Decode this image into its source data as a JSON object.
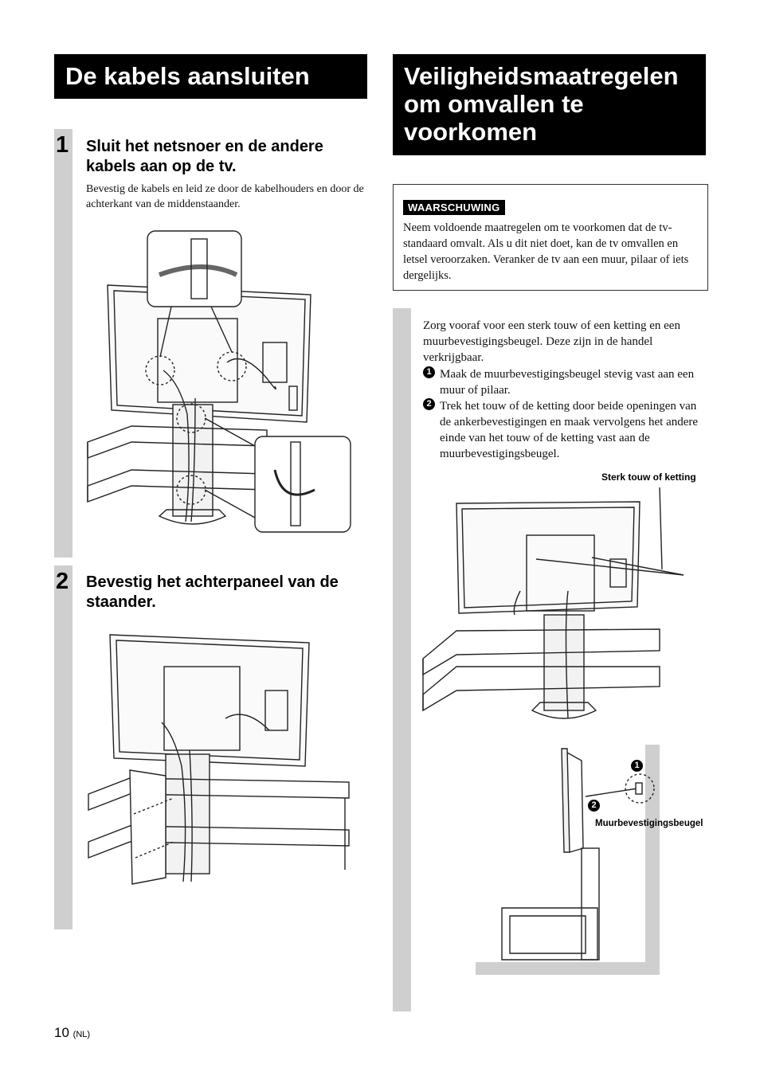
{
  "left_section": {
    "title": "De kabels aansluiten",
    "step1": {
      "number": "1",
      "heading": "Sluit het netsnoer en de andere kabels aan op de tv.",
      "text": "Bevestig de kabels en leid ze door de kabelhouders en door de achterkant van de middenstaander."
    },
    "step2": {
      "number": "2",
      "heading": "Bevestig het achterpaneel van de staander."
    }
  },
  "right_section": {
    "title": "Veiligheidsmaatregelen om omvallen te voorkomen",
    "warning": {
      "label": "WAARSCHUWING",
      "text": "Neem voldoende maatregelen om te voorkomen dat de tv-standaard omvalt. Als u dit niet doet, kan de tv omvallen en letsel veroorzaken. Veranker de tv aan een muur, pilaar of iets dergelijks."
    },
    "intro": "Zorg vooraf voor een sterk touw of een ketting en een muurbevestigingsbeugel. Deze zijn in de handel verkrijgbaar.",
    "items": [
      {
        "marker": "1",
        "text": "Maak de muurbevestigingsbeugel stevig vast aan een muur of pilaar."
      },
      {
        "marker": "2",
        "text": "Trek het touw of de ketting door beide openingen van de ankerbevestigingen en maak vervolgens het andere einde van het touw of de ketting vast aan de muurbevestigingsbeugel."
      }
    ],
    "callout_rope": "Sterk touw of ketting",
    "callout_bracket": "Muurbevestigingsbeugel",
    "diagram_marker1": "1",
    "diagram_marker2": "2"
  },
  "footer": {
    "page_number": "10",
    "language": "(NL)"
  }
}
